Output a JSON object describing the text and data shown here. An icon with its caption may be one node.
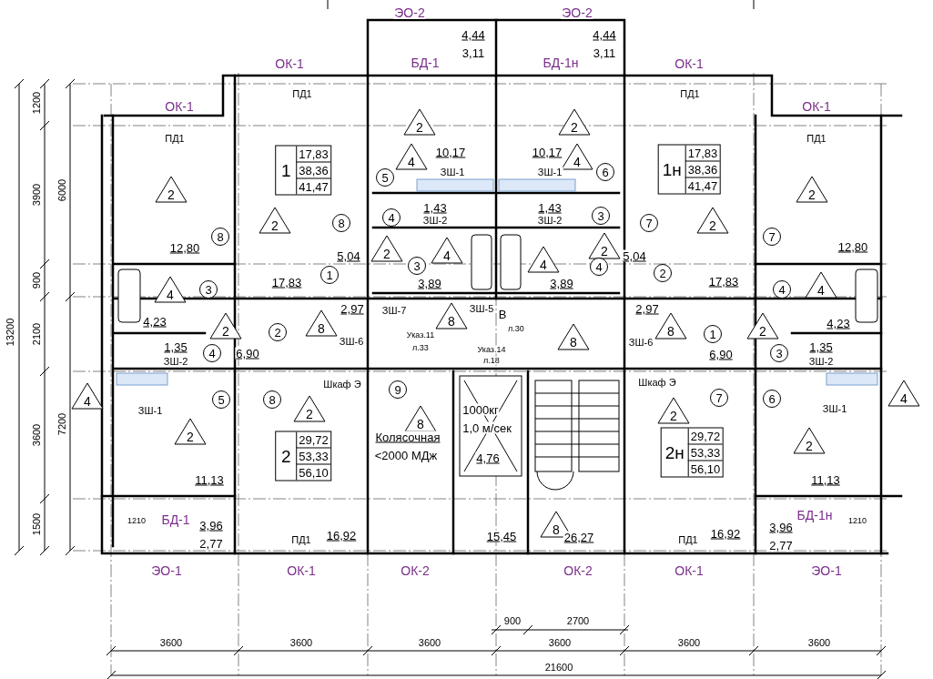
{
  "diagram": {
    "nodes": [
      {
        "text": [
          "2"
        ]
      },
      {
        "text": [
          "2"
        ]
      },
      {
        "text": [
          "2"
        ]
      },
      {
        "text": [
          "2"
        ]
      },
      {
        "text": [
          "2"
        ]
      },
      {
        "text": [
          "2"
        ]
      },
      {
        "text": [
          "4"
        ]
      },
      {
        "text": [
          "4"
        ]
      },
      {
        "text": [
          "2"
        ]
      },
      {
        "text": [
          "4"
        ]
      },
      {
        "text": [
          "4"
        ]
      },
      {
        "text": [
          "2"
        ]
      },
      {
        "text": [
          "4"
        ]
      },
      {
        "text": [
          "4"
        ]
      },
      {
        "text": [
          "2"
        ]
      },
      {
        "text": [
          "2"
        ]
      },
      {
        "text": [
          "8"
        ]
      },
      {
        "text": [
          "8"
        ]
      },
      {
        "text": [
          "8"
        ]
      },
      {
        "text": [
          "8"
        ]
      },
      {
        "text": [
          "4"
        ]
      },
      {
        "text": [
          "4"
        ]
      },
      {
        "text": [
          "2"
        ]
      },
      {
        "text": [
          "2"
        ]
      },
      {
        "text": [
          "2"
        ]
      },
      {
        "text": [
          "2"
        ]
      },
      {
        "text": [
          "8"
        ]
      },
      {
        "text": [
          "8"
        ]
      },
      {
        "text": [
          "8"
        ]
      },
      {
        "text": [
          "8"
        ]
      },
      {
        "text": [
          "5"
        ]
      },
      {
        "text": [
          "4"
        ]
      },
      {
        "text": [
          "3"
        ]
      },
      {
        "text": [
          "1"
        ]
      },
      {
        "text": [
          "3"
        ]
      },
      {
        "text": [
          "2"
        ]
      },
      {
        "text": [
          "4"
        ]
      },
      {
        "text": [
          "5"
        ]
      },
      {
        "text": [
          "8"
        ]
      },
      {
        "text": [
          "9"
        ]
      },
      {
        "text": [
          "6"
        ]
      },
      {
        "text": [
          "3"
        ]
      },
      {
        "text": [
          "4"
        ]
      },
      {
        "text": [
          "7"
        ]
      },
      {
        "text": [
          "2"
        ]
      },
      {
        "text": [
          "7"
        ]
      },
      {
        "text": [
          "4"
        ]
      },
      {
        "text": [
          "1"
        ]
      },
      {
        "text": [
          "3"
        ]
      },
      {
        "text": [
          "7"
        ]
      },
      {
        "text": [
          "6"
        ]
      },
      {
        "text": [
          "1",
          "17,83",
          "38,36",
          "41,47"
        ]
      },
      {
        "text": [
          "1н",
          "17,83",
          "38,36",
          "41,47"
        ]
      },
      {
        "text": [
          "2",
          "29,72",
          "53,33",
          "56,10"
        ]
      },
      {
        "text": [
          "2н",
          "29,72",
          "53,33",
          "56,10"
        ]
      }
    ],
    "labels": [
      "ЭО-2",
      "ЭО-2",
      "4,44",
      "3,11",
      "4,44",
      "3,11",
      "ОК-1",
      "БД-1",
      "БД-1н",
      "ОК-1",
      "ПД1",
      "ПД1",
      "ОК-1",
      "ОК-1",
      "ПД1",
      "ПД1",
      "10,17",
      "10,17",
      "ЗШ-1",
      "ЗШ-1",
      "1,43",
      "ЗШ-2",
      "1,43",
      "ЗШ-2",
      "12,80",
      "12,80",
      "5,04",
      "5,04",
      "17,83",
      "3,89",
      "3,89",
      "17,83",
      "2,97",
      "ЗШ-7",
      "ЗШ-5",
      "В",
      "2,97",
      "4,23",
      "4,23",
      "л.30",
      "Указ.11",
      "ЗШ-6",
      "ЗШ-6",
      "л.33",
      "1,35",
      "ЗШ-2",
      "6,90",
      "6,90",
      "1,35",
      "ЗШ-2",
      "Указ.14",
      "л.18",
      "Шкаф Э",
      "Шкаф Э",
      "ЗШ-1",
      "1000кг",
      "ЗШ-1",
      "1,0 м/сек",
      "Колясочная",
      "<2000 МДж",
      "4,76",
      "11,13",
      "11,13",
      "1210",
      "БД-1",
      "3,96",
      "2,77",
      "БД-1н",
      "1210",
      "3,96",
      "2,77",
      "16,92",
      "ПД1",
      "15,45",
      "26,27",
      "16,92",
      "ПД1",
      "ЭО-1",
      "ОК-1",
      "ОК-2",
      "ОК-2",
      "ОК-1",
      "ЭО-1",
      "900",
      "2700",
      "3600",
      "3600",
      "3600",
      "3600",
      "3600",
      "3600",
      "21600",
      "1200",
      "3900",
      "900",
      "2100",
      "3600",
      "1500",
      "6000",
      "7200",
      "13200"
    ]
  }
}
